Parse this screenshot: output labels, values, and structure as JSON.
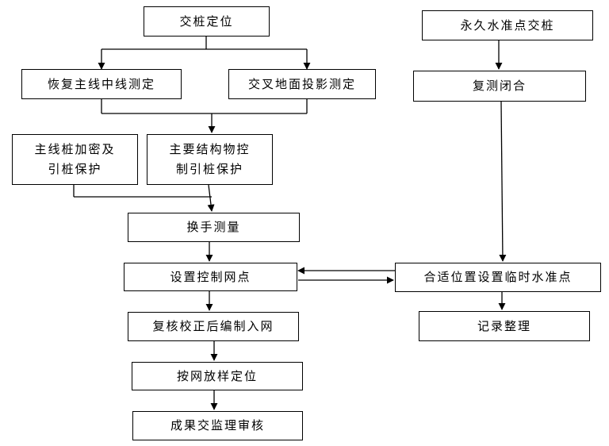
{
  "nodes": {
    "jiaozhuang": "交桩定位",
    "huifu": "恢复主线中线测定",
    "jiaocha": "交叉地面投影测定",
    "zhuxian": "主线桩加密及\n引桩保护",
    "zhuyao": "主要结构物控\n制引桩保护",
    "huanshou": "换手测量",
    "shezhi": "设置控制网点",
    "fuhe": "复核校正后编制入网",
    "anwang": "按网放样定位",
    "chengguo": "成果交监理审核",
    "yongjiu": "永久水准点交桩",
    "fuce": "复测闭合",
    "heshi": "合适位置设置临时水准点",
    "jilu": "记录整理"
  }
}
